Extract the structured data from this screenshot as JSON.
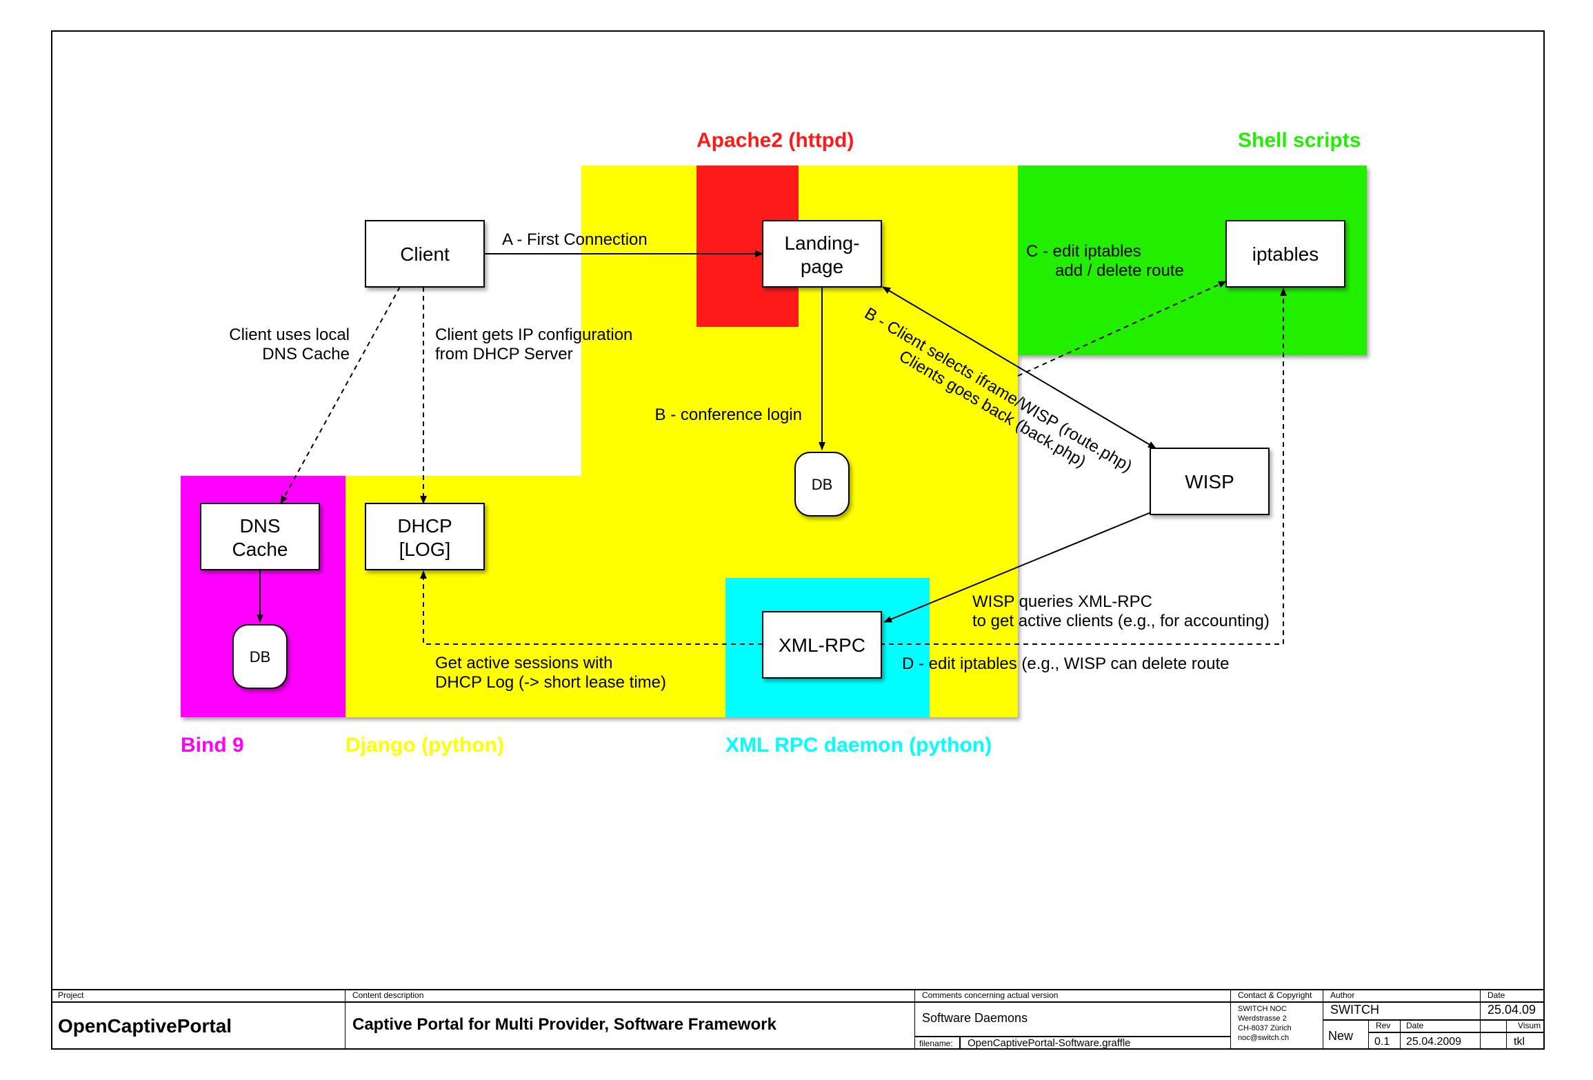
{
  "groups": {
    "apache": {
      "label": "Apache2 (httpd)",
      "color": "#ff1a1a"
    },
    "shell": {
      "label": "Shell scripts",
      "color": "#22ee00"
    },
    "bind": {
      "label": "Bind 9",
      "color": "#ff00ff"
    },
    "django": {
      "label": "Django (python)",
      "color": "#ffff00"
    },
    "xmlrpc": {
      "label": "XML RPC daemon (python)",
      "color": "#00ffff"
    }
  },
  "nodes": {
    "client": "Client",
    "landing": [
      "Landing-",
      "page"
    ],
    "iptables": "iptables",
    "wisp": "WISP",
    "dns_cache": [
      "DNS",
      "Cache"
    ],
    "dhcp": [
      "DHCP",
      "[LOG]"
    ],
    "xml_rpc": "XML-RPC",
    "db_apache": "DB",
    "db_bind": "DB"
  },
  "edges": {
    "first_connection": "A - First Connection",
    "local_dns": [
      "Client uses local",
      "DNS Cache"
    ],
    "dhcp_config": [
      "Client gets IP configuration",
      "from DHCP Server"
    ],
    "conference_login": "B - conference login",
    "edit_iptables_c": [
      "C - edit iptables",
      "add / delete route"
    ],
    "client_selects": "B - Client selects iframe/WISP (route.php)",
    "clients_back": "Clients goes back (back.php)",
    "wisp_queries": [
      "WISP queries XML-RPC",
      "to get active clients (e.g., for accounting)"
    ],
    "active_sessions": [
      "Get active sessions with",
      "DHCP Log (-> short lease time)"
    ],
    "edit_iptables_d": "D - edit iptables (e.g., WISP can delete route"
  },
  "title_block": {
    "project_label": "Project",
    "project": "OpenCaptivePortal",
    "content_label": "Content description",
    "content": "Captive Portal for Multi Provider, Software Framework",
    "comments_label": "Comments concerning actual version",
    "comments": "Software Daemons",
    "filename_label": "filename:",
    "filename": "OpenCaptivePortal-Software.graffle",
    "contact_label": "Contact & Copyright",
    "contact": [
      "SWITCH NOC",
      "Werdstrasse 2",
      "CH-8037 Zürich",
      "noc@switch.ch"
    ],
    "author_label": "Author",
    "author": "SWITCH",
    "date_label": "Date",
    "date": "25.04.09",
    "status": "New",
    "rev_label": "Rev",
    "rev": "0.1",
    "rev_date_label": "Date",
    "rev_date": "25.04.2009",
    "visum_label": "Visum",
    "visum": "tkl"
  }
}
